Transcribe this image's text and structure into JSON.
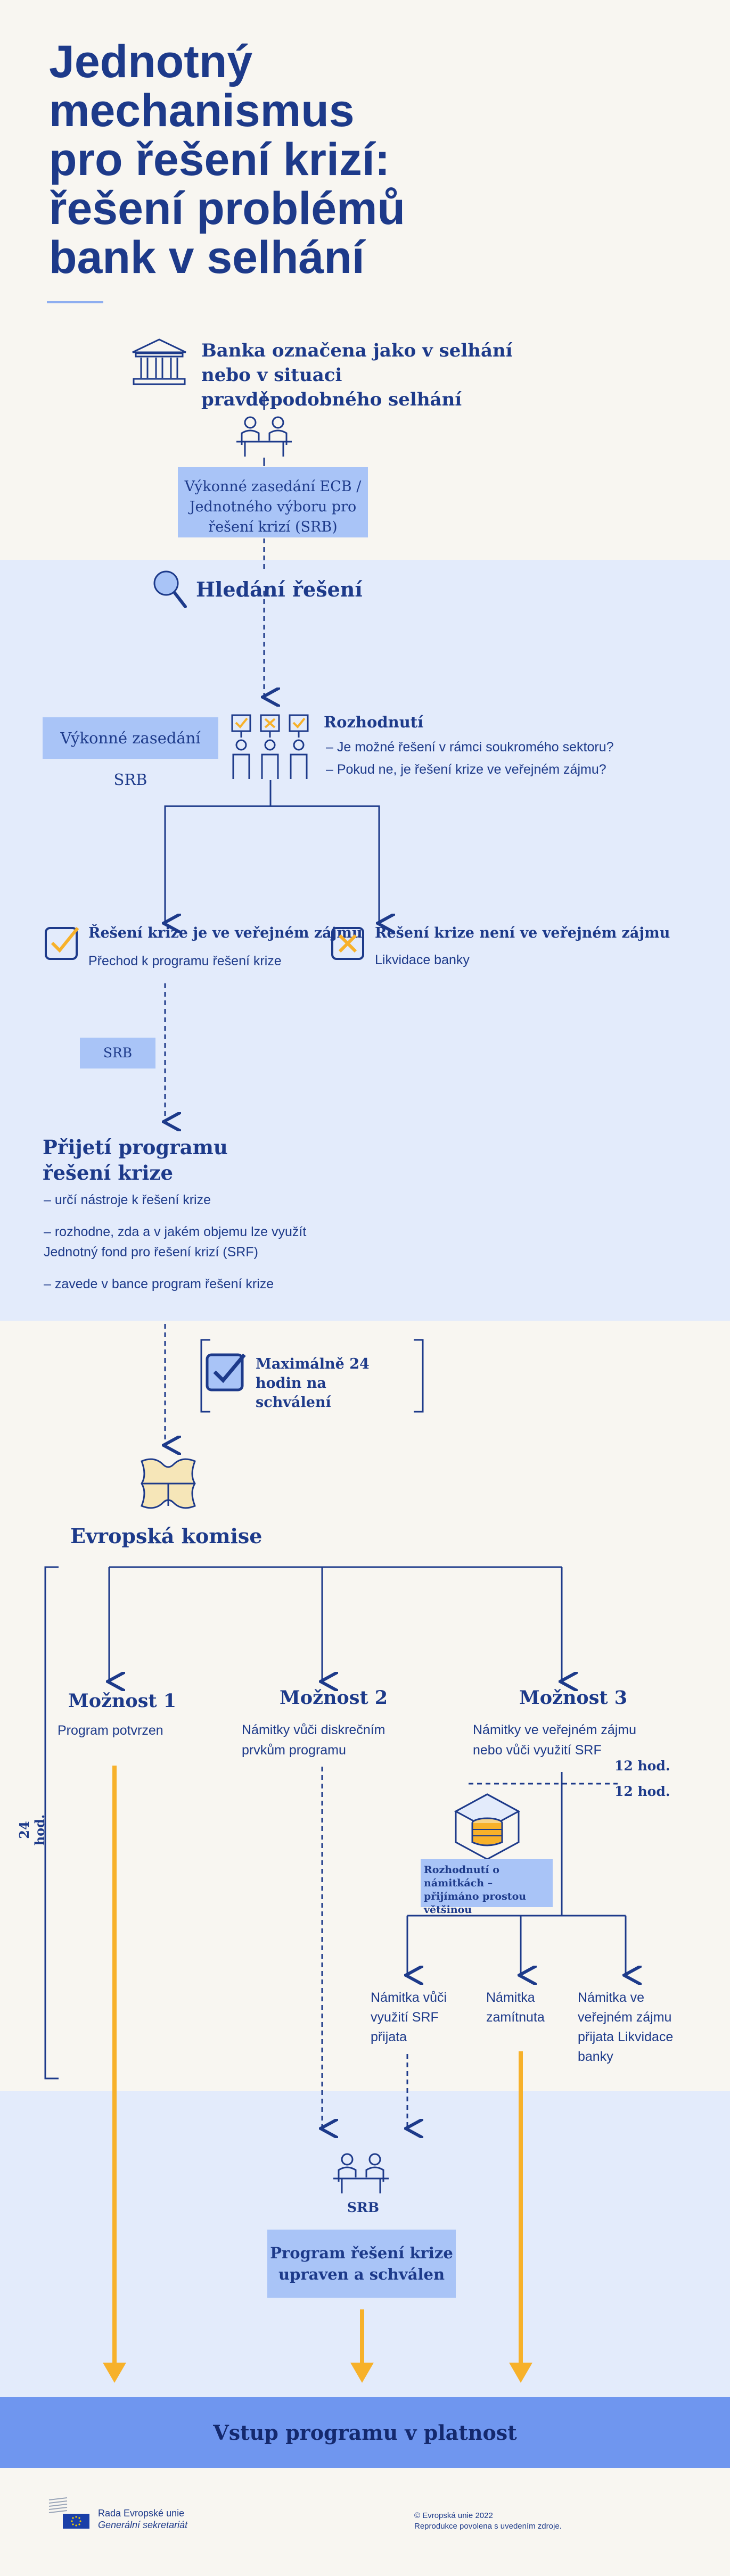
{
  "title": {
    "lines": [
      "Jednotný",
      "mechanismus",
      "pro řešení krizí:",
      "řešení problémů",
      "bank v selhání"
    ]
  },
  "bank": {
    "label": "Banka označena jako v selhání nebo v situaci pravděpodobného selhání"
  },
  "ecb_box": {
    "label": "Výkonné zasedání ECB / Jednotného výboru pro řešení krizí (SRB)"
  },
  "search": {
    "heading": "Hledání řešení"
  },
  "srb_exec": {
    "label": "Výkonné zasedání SRB"
  },
  "decision": {
    "heading": "Rozhodnutí",
    "items": [
      "– Je možné řešení v rámci soukromého sektoru?",
      "– Pokud ne, je řešení krize ve veřejném zájmu?"
    ]
  },
  "public_interest": {
    "heading": "Řešení krize je ve veřejném zájmu",
    "text": "Přechod k programu řešení krize"
  },
  "no_public_interest": {
    "heading": "Řešení krize není ve veřejném zájmu",
    "text": "Likvidace banky"
  },
  "srb_small": {
    "label": "SRB"
  },
  "adoption": {
    "heading": "Přijetí programu řešení krize",
    "items": [
      "– určí nástroje k řešení krize",
      "– rozhodne, zda a v jakém objemu lze využít Jednotný fond pro řešení krizí (SRF)",
      "– zavede v bance program řešení krize"
    ]
  },
  "max_hours": {
    "label": "Maximálně 24 hodin na schválení"
  },
  "commission": {
    "heading": "Evropská komise"
  },
  "hours_24": {
    "label": "24 hod."
  },
  "options": [
    {
      "heading": "Možnost 1",
      "text": "Program potvrzen"
    },
    {
      "heading": "Možnost 2",
      "text": "Námitky vůči diskrečním prvkům programu"
    },
    {
      "heading": "Možnost 3",
      "text": "Námitky ve veřejném zájmu nebo vůči využití SRF"
    }
  ],
  "hours_12": [
    "12 hod.",
    "12 hod."
  ],
  "council": {
    "label": "Rozhodnutí o námitkách – přijímáno prostou většinou"
  },
  "outcomes": [
    "Námitka vůči využití SRF přijata",
    "Námitka zamítnuta",
    "Námitka ve veřejném zájmu přijata Likvidace banky"
  ],
  "srb_bottom": {
    "label": "SRB"
  },
  "program_box": {
    "label": "Program řešení krize upraven a schválen"
  },
  "entry": {
    "label": "Vstup programu v platnost"
  },
  "footer": {
    "org_line1": "Rada Evropské unie",
    "org_line2": "Generální sekretariát",
    "copyright_line1": "© Evropská unie 2022",
    "copyright_line2": "Reprodukce povolena s uvedením zdroje."
  },
  "colors": {
    "navy": "#1d3a8a",
    "light_blue_band": "#e3ebfb",
    "box_blue": "#a9c4f7",
    "orange": "#f7b12a",
    "bottom_bar": "#6f96ef",
    "background": "#f8f6f1"
  },
  "icons": [
    "bank-icon",
    "meeting-icon",
    "search-icon",
    "voting-icon",
    "check-box-icon",
    "cross-box-icon",
    "check-box-icon",
    "puzzle-icon",
    "coin-jar-icon",
    "eu-flag-icon"
  ]
}
